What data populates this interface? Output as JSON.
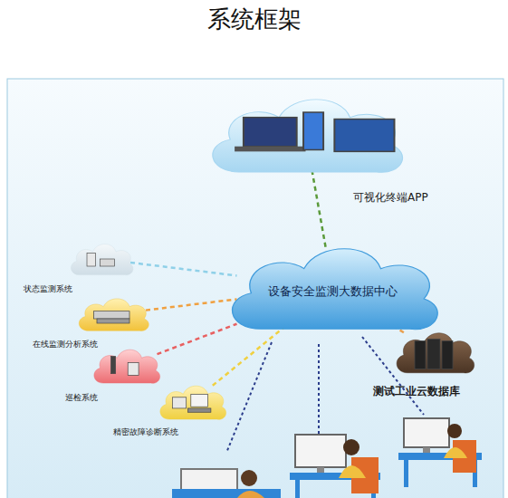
{
  "diagram": {
    "title": "系统框架",
    "nodes": [
      {
        "text": [
          "可视化终端APP"
        ]
      },
      {
        "text": [
          "设备安全监测大数据中心"
        ]
      },
      {
        "text": [
          "状态监测系统"
        ]
      },
      {
        "text": [
          "在线监测分析系统"
        ]
      },
      {
        "text": [
          "巡检系统"
        ]
      },
      {
        "text": [
          "精密故障诊断系统"
        ]
      },
      {
        "text": [
          "测试工业云数据库"
        ]
      }
    ],
    "edges": [
      {
        "from": 0,
        "to": 1,
        "arrow": "none"
      },
      {
        "from": 2,
        "to": 1,
        "arrow": "none"
      },
      {
        "from": 3,
        "to": 1,
        "arrow": "none"
      },
      {
        "from": 4,
        "to": 1,
        "arrow": "none"
      },
      {
        "from": 5,
        "to": 1,
        "arrow": "none"
      },
      {
        "from": 6,
        "to": 1,
        "arrow": "none"
      }
    ]
  }
}
